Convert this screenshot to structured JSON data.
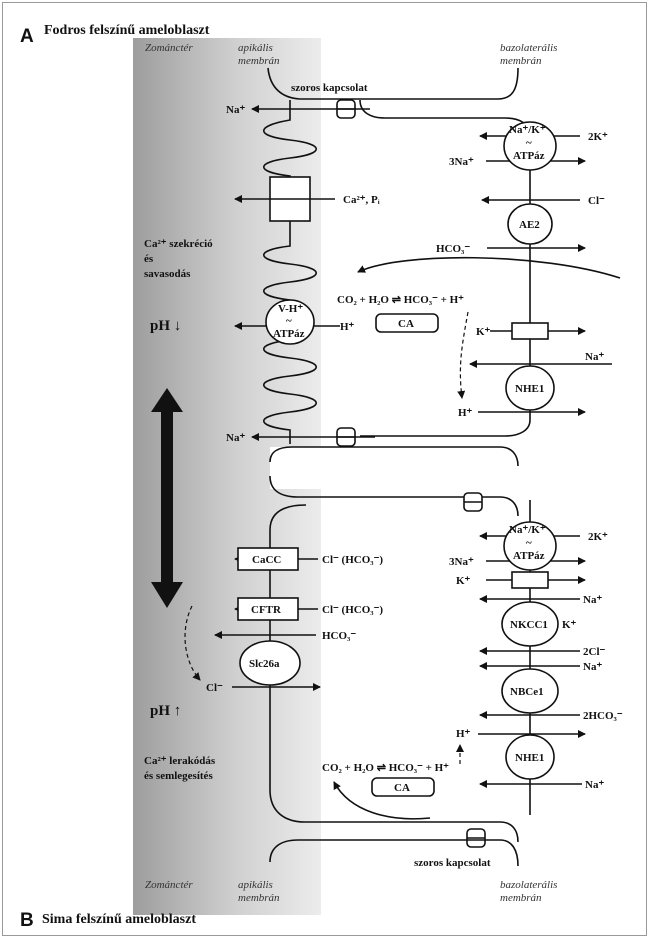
{
  "panel_a": {
    "letter": "A",
    "title": "Fodros felszínű ameloblaszt"
  },
  "panel_b": {
    "letter": "B",
    "title": "Sima felszínű ameloblaszt"
  },
  "regions": {
    "enamel_space": "Zománctér",
    "apical_1": "apikális",
    "apical_2": "membrán",
    "baso_1": "bazolaterális",
    "baso_2": "membrán"
  },
  "junction": {
    "label": "szoros kapcsolat"
  },
  "ruffled": {
    "secretion_1": "Ca²⁺ szekréció",
    "secretion_2": "és",
    "secretion_3": "savasodás",
    "ph": "pH ↓",
    "na_top": "Na⁺",
    "na_mid": "Na⁺",
    "ca_pi": "Ca²⁺, Pᵢ",
    "vh_1": "V-H⁺",
    "vh_2": "~",
    "vh_3": "ATPáz",
    "vh_ion": "H⁺",
    "nak_1": "Na⁺/K⁺",
    "nak_2": "~",
    "nak_3": "ATPáz",
    "k2": "2K⁺",
    "na3": "3Na⁺",
    "cl": "Cl⁻",
    "ae2": "AE2",
    "hco3": "HCO₃⁻",
    "reaction": "CO₂ + H₂O ⇌ HCO₃⁻ + H⁺",
    "ca_enzyme": "CA",
    "k_channel": "K⁺",
    "na_nhe": "Na⁺",
    "nhe1": "NHE1",
    "h_out": "H⁺"
  },
  "smooth": {
    "deposit_1": "Ca²⁺ lerakódás",
    "deposit_2": "és semlegesítés",
    "ph": "pH ↑",
    "cacc": "CaCC",
    "cacc_ion": "Cl⁻ (HCO₃⁻)",
    "cftr": "CFTR",
    "cftr_ion": "Cl⁻ (HCO₃⁻)",
    "hco3": "HCO₃⁻",
    "slc": "Slc26a",
    "cl": "Cl⁻",
    "nak_1": "Na⁺/K⁺",
    "nak_2": "~",
    "nak_3": "ATPáz",
    "k2": "2K⁺",
    "na3": "3Na⁺",
    "k_channel": "K⁺",
    "nkcc_na": "Na⁺",
    "nkcc1": "NKCC1",
    "nkcc_k": "K⁺",
    "nkcc_2cl": "2Cl⁻",
    "nbce_na": "Na⁺",
    "nbce1": "NBCe1",
    "nbce_hco3": "2HCO₃⁻",
    "h": "H⁺",
    "reaction": "CO₂ + H₂O ⇌ HCO₃⁻ + H⁺",
    "ca_enzyme": "CA",
    "nhe1": "NHE1",
    "na_nhe": "Na⁺"
  }
}
